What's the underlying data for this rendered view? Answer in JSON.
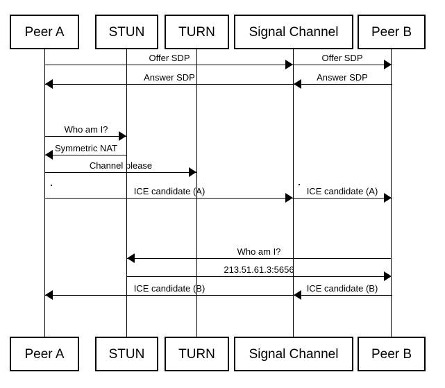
{
  "diagram_type": "sequence-diagram",
  "colors": {
    "background": "#ffffff",
    "line": "#000000",
    "text": "#000000"
  },
  "actors": [
    {
      "id": "peer-a",
      "label": "Peer A"
    },
    {
      "id": "stun",
      "label": "STUN"
    },
    {
      "id": "turn",
      "label": "TURN"
    },
    {
      "id": "signal-channel",
      "label": "Signal Channel"
    },
    {
      "id": "peer-b",
      "label": "Peer B"
    }
  ],
  "messages": [
    {
      "label": "Offer SDP",
      "from": "Peer A",
      "to": "Signal Channel",
      "direction": "right"
    },
    {
      "label": "Offer SDP",
      "from": "Signal Channel",
      "to": "Peer B",
      "direction": "right"
    },
    {
      "label": "Answer SDP",
      "from": "Peer B",
      "to": "Signal Channel",
      "direction": "left"
    },
    {
      "label": "Answer SDP",
      "from": "Signal Channel",
      "to": "Peer A",
      "direction": "left"
    },
    {
      "label": "Who am I?",
      "from": "Peer A",
      "to": "STUN",
      "direction": "right"
    },
    {
      "label": "Symmetric NAT",
      "from": "STUN",
      "to": "Peer A",
      "direction": "left"
    },
    {
      "label": "Channel please",
      "from": "Peer A",
      "to": "TURN",
      "direction": "right"
    },
    {
      "label": "ICE candidate (A)",
      "from": "Peer A",
      "to": "Signal Channel",
      "direction": "right"
    },
    {
      "label": "ICE candidate (A)",
      "from": "Signal Channel",
      "to": "Peer B",
      "direction": "right"
    },
    {
      "label": "Who am I?",
      "from": "Peer B",
      "to": "STUN",
      "direction": "left"
    },
    {
      "label": "213.51.61.3:5656",
      "from": "STUN",
      "to": "Peer B",
      "direction": "right"
    },
    {
      "label": "ICE candidate (B)",
      "from": "Peer B",
      "to": "Signal Channel",
      "direction": "left"
    },
    {
      "label": "ICE candidate (B)",
      "from": "Signal Channel",
      "to": "Peer A",
      "direction": "left"
    }
  ],
  "artifacts": {
    "dot": "."
  }
}
